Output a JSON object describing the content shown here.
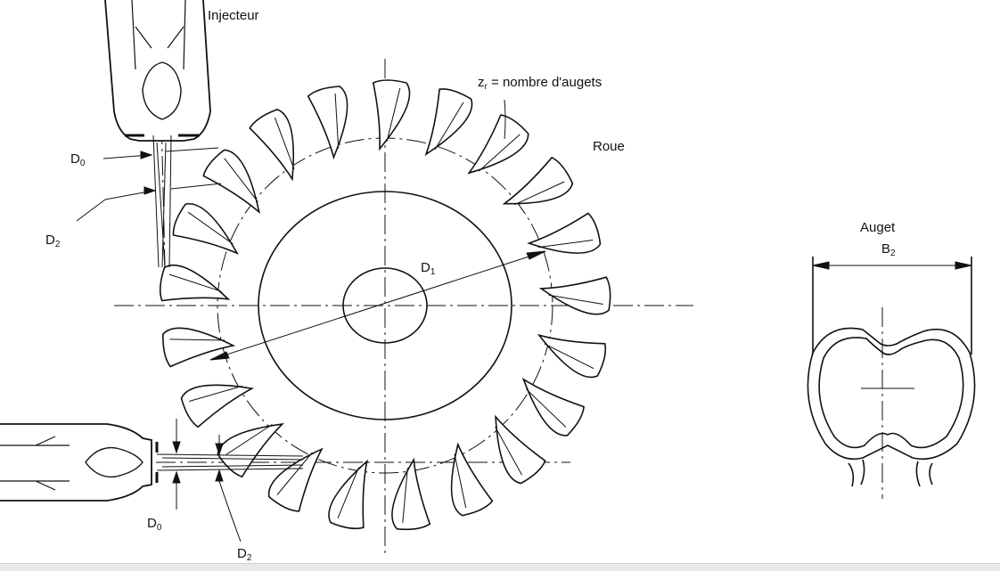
{
  "labels": {
    "injector": "Injecteur",
    "buckets_count_symbol": "z",
    "buckets_count_sub": "r",
    "buckets_count_text": " = nombre d'augets",
    "wheel": "Roue",
    "d0": "D",
    "d0_sub": "0",
    "d2": "D",
    "d2_sub": "2",
    "d1": "D",
    "d1_sub": "1",
    "bucket": "Auget",
    "b2": "B",
    "b2_sub": "2"
  },
  "wheel": {
    "bucket_count": 21
  },
  "colors": {
    "ink": "#111111",
    "background": "#ffffff"
  }
}
